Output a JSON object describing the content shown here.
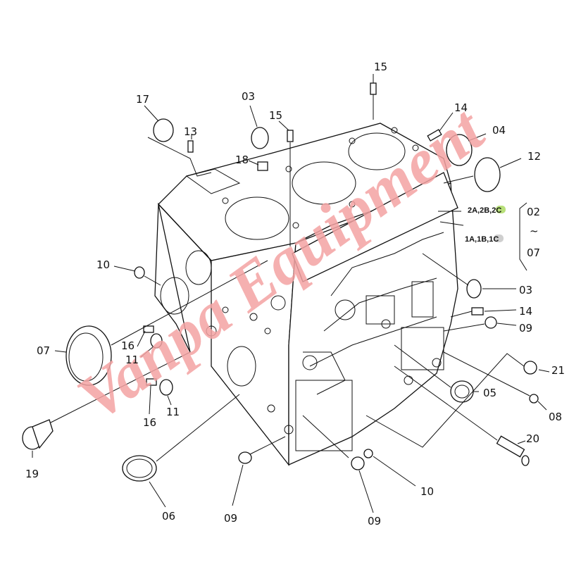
{
  "watermark": "Vanpa Equipment",
  "labels": {
    "l17": "17",
    "l13": "13",
    "l03a": "03",
    "l15a": "15",
    "l18": "18",
    "l15b": "15",
    "l14a": "14",
    "l04": "04",
    "l12": "12",
    "l10a": "10",
    "l07": "07",
    "l16a": "16",
    "l11a": "11",
    "l16b": "16",
    "l11b": "11",
    "l19": "19",
    "l06": "06",
    "l09a": "09",
    "l09b": "09",
    "l10b": "10",
    "l05": "05",
    "l08": "08",
    "l20": "20",
    "l21": "21",
    "l09c": "09",
    "l14b": "14",
    "l03b": "03"
  },
  "variants": {
    "top_prefix": "2A,2B,",
    "top_highlight": "2C",
    "bottom_prefix": "1A,1B,",
    "bottom_highlight": "1C",
    "range_start": "02",
    "range_sep": "~",
    "range_end": "07"
  },
  "colors": {
    "highlight_top": "#b8e07a",
    "highlight_bottom": "#cfcfcf",
    "watermark": "#f4a3a3"
  }
}
